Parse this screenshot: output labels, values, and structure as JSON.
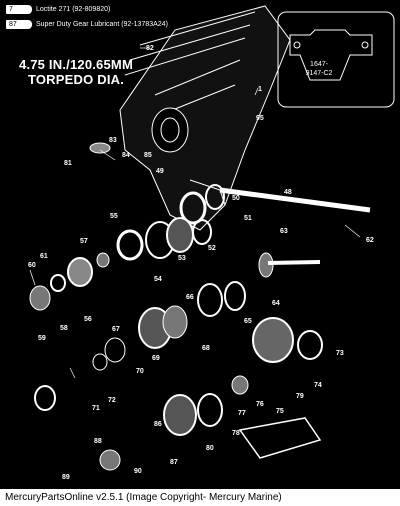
{
  "legend": [
    {
      "tube": "7",
      "text": "Loctite 271 (92-809820)"
    },
    {
      "tube": "87",
      "text": "Super Duty Gear Lubricant (92-13783A24)"
    }
  ],
  "torpedo": {
    "line1": "4.75 IN./120.65MM",
    "line2": "TORPEDO DIA."
  },
  "inset_part": {
    "line1": "1647-",
    "line2": "9147-C2"
  },
  "callouts": [
    "82",
    "1",
    "83",
    "81",
    "84",
    "85",
    "95",
    "48",
    "49",
    "50",
    "51",
    "62",
    "63",
    "55",
    "53",
    "52",
    "57",
    "60",
    "61",
    "54",
    "56",
    "58",
    "59",
    "66",
    "64",
    "65",
    "67",
    "68",
    "69",
    "73",
    "70",
    "71",
    "72",
    "77",
    "76",
    "75",
    "74",
    "79",
    "78",
    "80",
    "86",
    "87",
    "88",
    "89",
    "90"
  ],
  "footer": "MercuryPartsOnline v2.5.1 (Image Copyright- Mercury Marine)"
}
